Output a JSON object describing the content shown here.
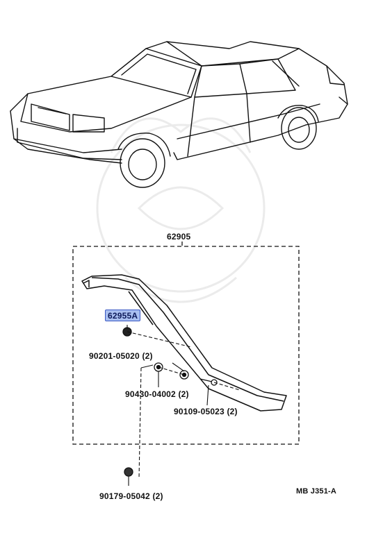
{
  "diagram": {
    "assembly_part": "62905",
    "highlighted_part": "62955A",
    "parts": [
      "90201-05020 (2)",
      "90430-04002 (2)",
      "90109-05023 (2)",
      "90179-05042 (2)"
    ],
    "figure_code": "MB J351-A",
    "highlight_color": "#a9bff0"
  }
}
